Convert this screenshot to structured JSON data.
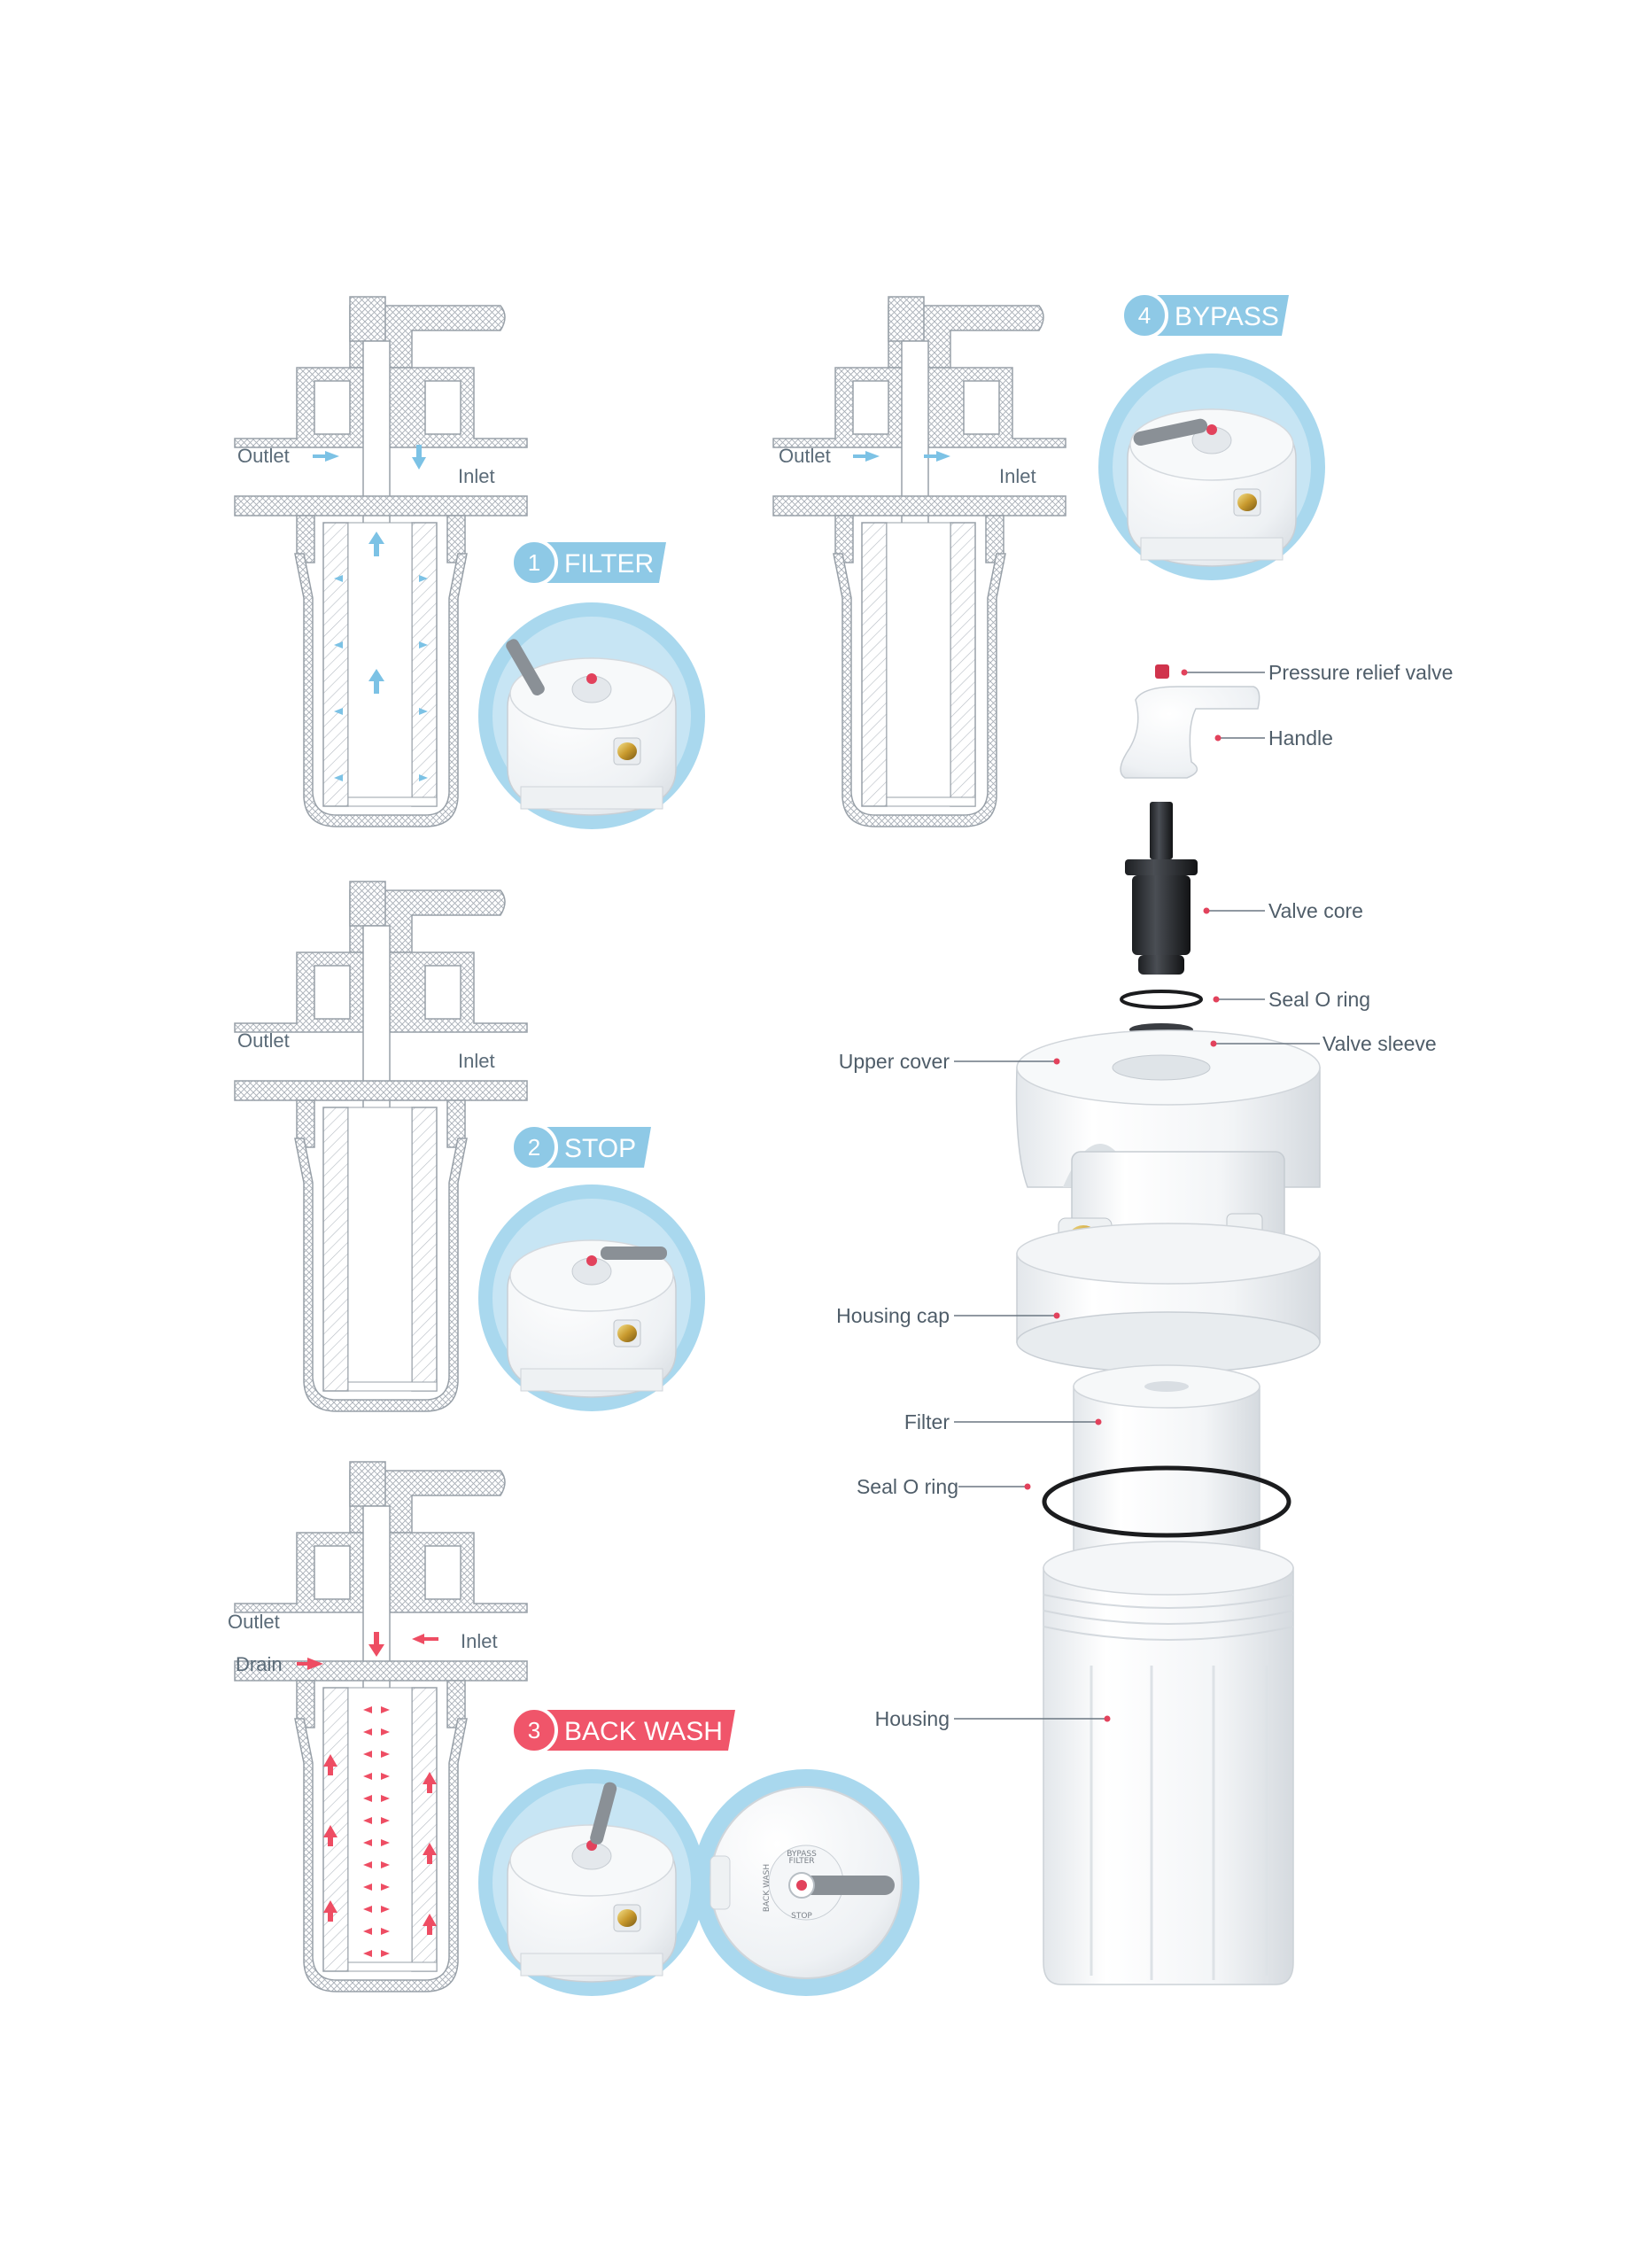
{
  "colors": {
    "filter_badge": "#8ec9e6",
    "stop_badge": "#8ec9e6",
    "bypass_badge": "#8ec9e6",
    "backwash_badge": "#f0556a",
    "circle_bg": "#a9d8ee",
    "hatch": "#a7aeb6",
    "flow_blue": "#7cc2e5",
    "flow_red": "#ee4d63",
    "leader": "#6b7782",
    "leader_dot": "#e2425c"
  },
  "modes": {
    "filter": {
      "number": "1",
      "label": "FILTER",
      "outlet": "Outlet",
      "inlet": "Inlet"
    },
    "stop": {
      "number": "2",
      "label": "STOP",
      "outlet": "Outlet",
      "inlet": "Inlet"
    },
    "backwash": {
      "number": "3",
      "label": "BACK WASH",
      "outlet": "Outlet",
      "inlet": "Inlet",
      "drain": "Drain"
    },
    "bypass": {
      "number": "4",
      "label": "BYPASS",
      "outlet": "Outlet",
      "inlet": "Inlet"
    }
  },
  "parts": {
    "pressure_relief_valve": "Pressure relief valve",
    "handle": "Handle",
    "valve_core": "Valve core",
    "seal_o_ring_top": "Seal O ring",
    "valve_sleeve": "Valve sleeve",
    "upper_cover": "Upper cover",
    "housing_cap": "Housing cap",
    "filter": "Filter",
    "seal_o_ring_bottom": "Seal O ring",
    "housing": "Housing"
  },
  "dial_text": {
    "bypass": "BYPASS",
    "filter": "FILTER",
    "stop": "STOP",
    "backwash": "BACK WASH"
  }
}
